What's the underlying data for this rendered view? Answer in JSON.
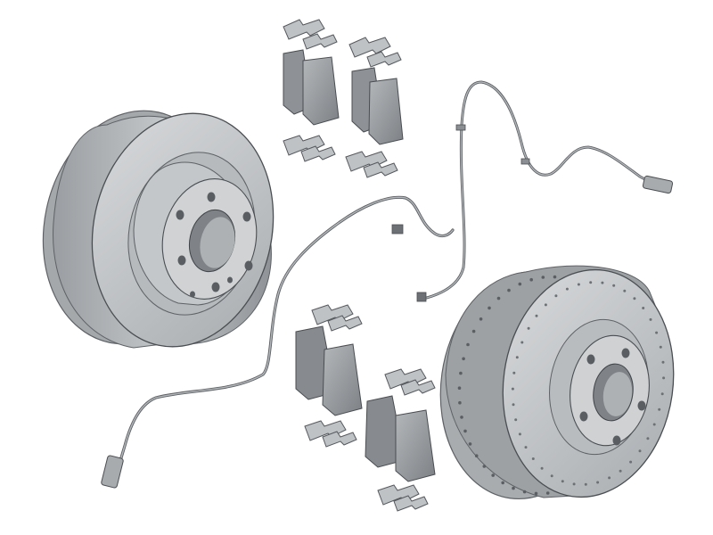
{
  "figure": {
    "kind": "exploded parts illustration",
    "background": "#ffffff",
    "palette": {
      "disc_face": "#c9cbcd",
      "disc_mid": "#b3b6b9",
      "disc_dark": "#8e9296",
      "disc_shadow": "#6f7478",
      "pad": "#9fa3a6",
      "pad_dark": "#6a6e72",
      "outline": "#4a4e52",
      "clip": "#b9bcbf",
      "wire": "#8d9195"
    },
    "parts": [
      {
        "id": "rear-brake-disc",
        "icon": "brake-disc-icon"
      },
      {
        "id": "front-brake-disc-vented",
        "icon": "vented-brake-disc-icon"
      },
      {
        "id": "rear-pad-set-upper",
        "icon": "brake-pad-icon"
      },
      {
        "id": "front-pad-set-lower",
        "icon": "brake-pad-icon"
      },
      {
        "id": "wear-sensor-long",
        "icon": "wear-sensor-icon"
      },
      {
        "id": "wear-sensor-short",
        "icon": "wear-sensor-icon"
      }
    ]
  }
}
